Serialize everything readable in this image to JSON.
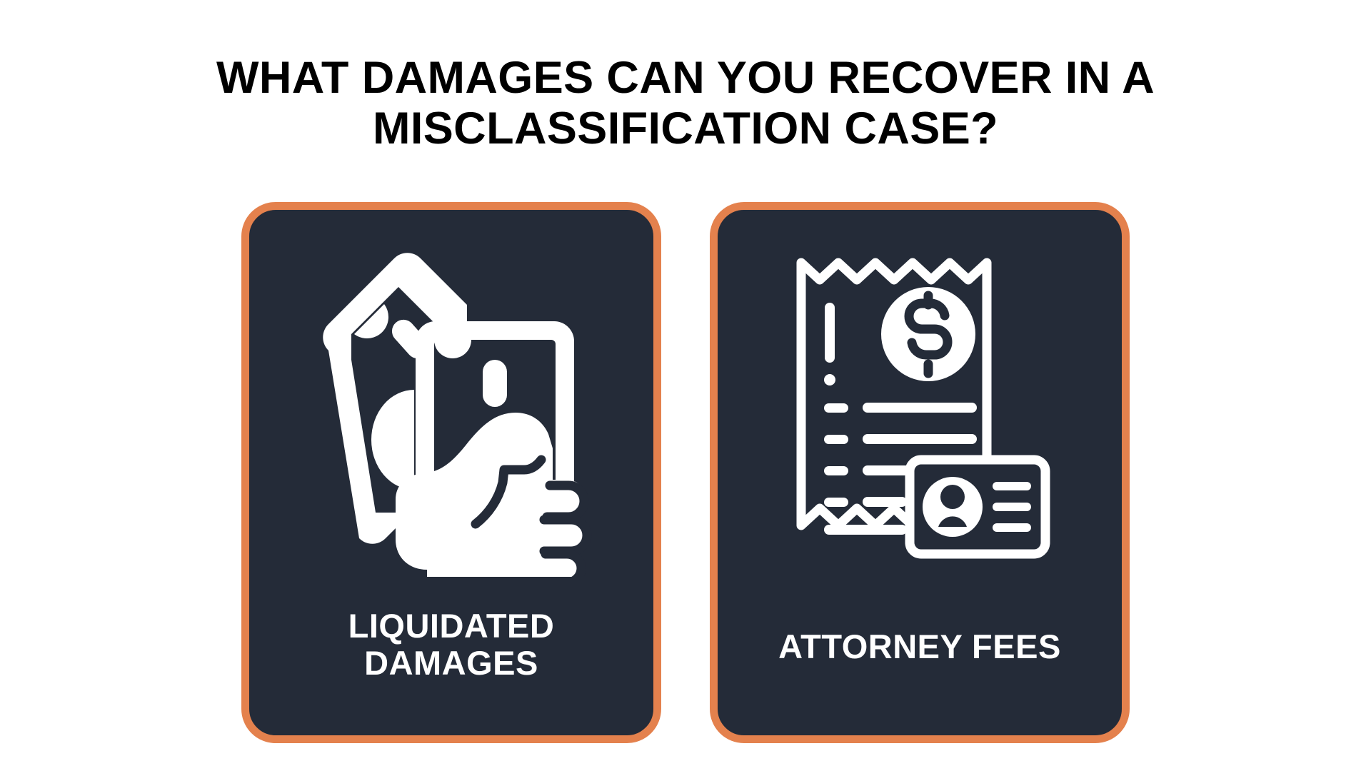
{
  "page": {
    "background_color": "#FFFFFF",
    "accent_color": "#E4814D",
    "card_background_color": "#242B38",
    "title_color": "#000000",
    "card_label_color": "#FFFFFF"
  },
  "title": {
    "full": "WHAT DAMAGES CAN YOU RECOVER IN A MISCLASSIFICATION CASE?",
    "line1": "WHAT DAMAGES CAN YOU RECOVER IN A",
    "line2": "MISCLASSIFICATION CASE?"
  },
  "cards": [
    {
      "id": "liquidated-damages",
      "label": "LIQUIDATED\nDAMAGES",
      "icon_name": "hand-holding-money-icon"
    },
    {
      "id": "attorney-fees",
      "label": "ATTORNEY FEES",
      "icon_name": "receipt-with-id-card-icon"
    }
  ]
}
